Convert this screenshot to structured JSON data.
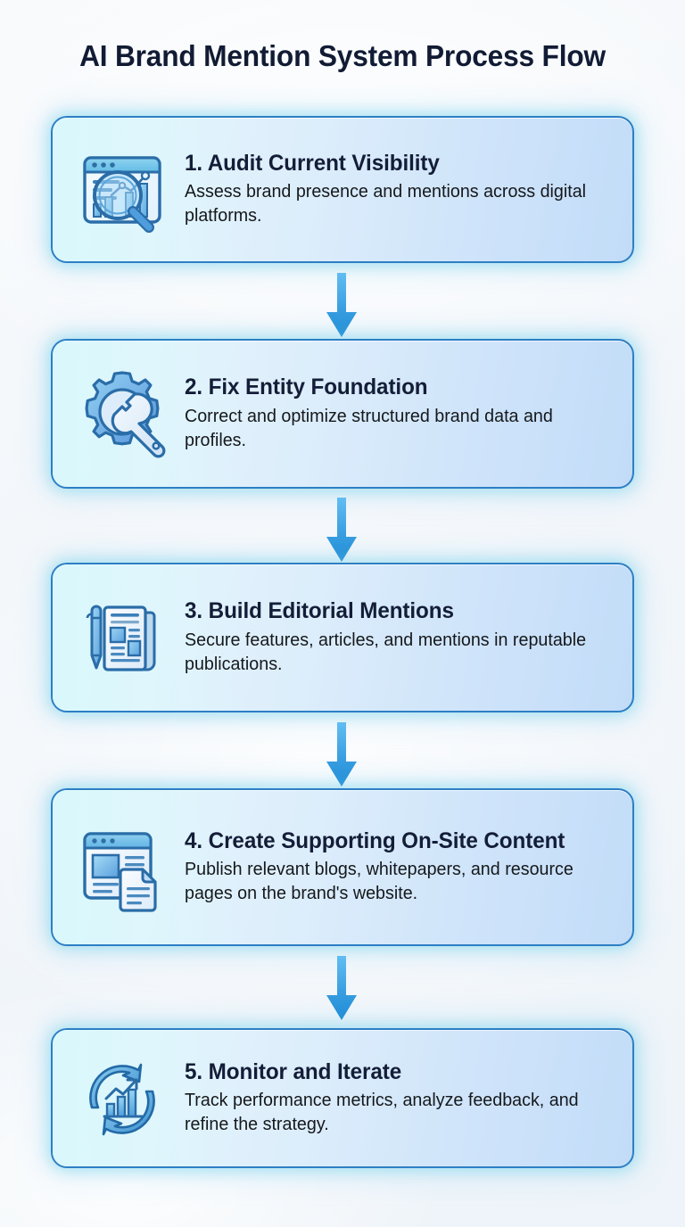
{
  "page": {
    "title": "AI Brand Mention System Process Flow",
    "background_color": "#f5f8fb",
    "accent_color": "#2d7fc4",
    "glow_color": "#60cee8",
    "heading_color": "#141d38",
    "body_text_color": "#15181c",
    "arrow_color_top": "#5ab8f0",
    "arrow_color_bottom": "#1f8bd6"
  },
  "steps": [
    {
      "number": "1",
      "icon": "dashboard-magnifier-icon",
      "heading": "1. Audit Current Visibility",
      "description": "Assess brand presence and mentions across digital platforms."
    },
    {
      "number": "2",
      "icon": "gear-wrench-icon",
      "heading": "2. Fix Entity Foundation",
      "description": "Correct and optimize structured brand data and profiles."
    },
    {
      "number": "3",
      "icon": "newspaper-pen-icon",
      "heading": "3. Build Editorial Mentions",
      "description": "Secure features, articles, and mentions in reputable publications."
    },
    {
      "number": "4",
      "icon": "webpage-document-icon",
      "heading": "4. Create Supporting On-Site Content",
      "description": "Publish relevant blogs, whitepapers, and resource pages on the brand's website."
    },
    {
      "number": "5",
      "icon": "refresh-chart-icon",
      "heading": "5. Monitor and Iterate",
      "description": "Track performance metrics, analyze feedback, and refine the strategy."
    }
  ],
  "connectors": [
    {
      "icon": "down-arrow-icon",
      "from": "1",
      "to": "2"
    },
    {
      "icon": "down-arrow-icon",
      "from": "2",
      "to": "3"
    },
    {
      "icon": "down-arrow-icon",
      "from": "3",
      "to": "4"
    },
    {
      "icon": "down-arrow-icon",
      "from": "4",
      "to": "5"
    }
  ]
}
